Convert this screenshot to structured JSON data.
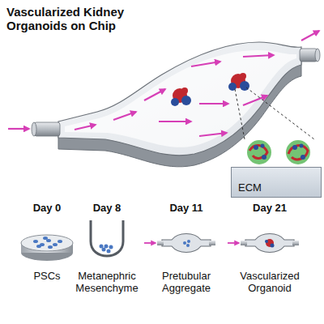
{
  "diagram": {
    "title": "Vascularized Kidney Organoids on Chip",
    "nodes": [
      {
        "text": [
          "ECM"
        ]
      }
    ],
    "labels": [
      "Day 0",
      "PSCs",
      "Day 8",
      "Metanephric Mesenchyme",
      "Day 11",
      "Pretubular Aggregate",
      "Day 21",
      "Vascularized Organoid"
    ]
  }
}
